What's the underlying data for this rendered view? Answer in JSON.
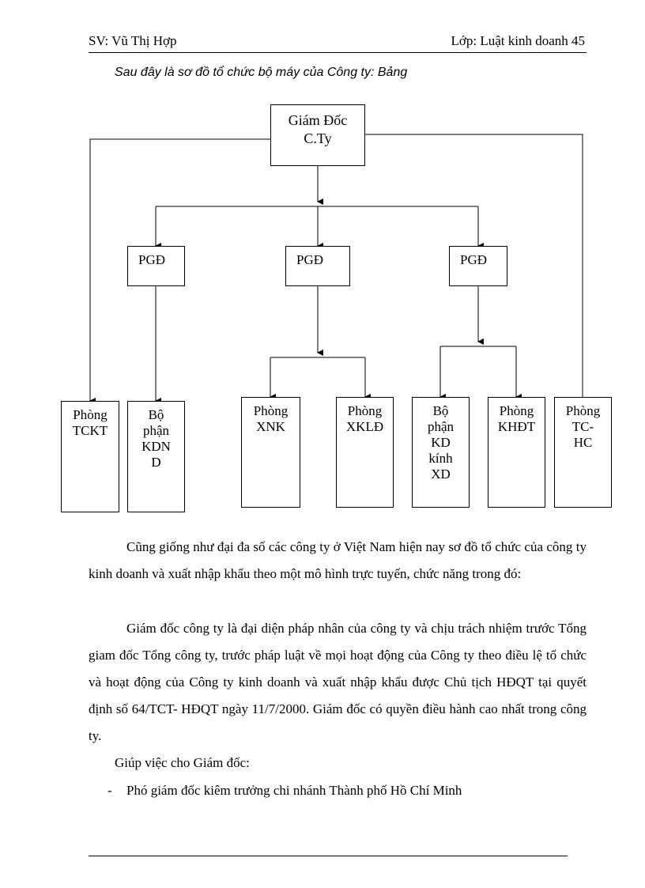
{
  "header": {
    "left": "SV: Vũ Thị Hợp",
    "right": "Lớp: Luật kinh  doanh 45"
  },
  "caption": "Sau đây là sơ đồ tổ chức bộ máy của Công ty: Bảng",
  "org_chart": {
    "root": "Giám Đốc\nC.Ty",
    "deputies": [
      "PGĐ",
      "PGĐ",
      "PGĐ"
    ],
    "units": [
      "Phòng\nTCKT",
      "Bộ\nphận\nKDN\nD",
      "Phòng\nXNK",
      "Phòng\nXKLĐ",
      "Bộ\nphận\nKD\nkính\nXD",
      "Phòng\nKHĐT",
      "Phòng\nTC-\nHC"
    ]
  },
  "body": {
    "p1": "Cũng giống như đại đa số các công ty ở Việt Nam hiện nay sơ đồ tổ chức của công ty kinh doanh và xuất nhập khẩu theo một mô hình trực tuyến, chức năng trong đó:",
    "p2": "Giám đốc công ty là đại diện pháp nhân của công ty và chịu trách nhiệm trước Tổng giam đốc Tổng công ty, trước pháp luật về mọi hoạt động của Công ty theo điều lệ tổ chức và hoạt động của Công ty kinh doanh và xuất nhập khẩu được Chủ tịch HĐQT tại quyết định số 64/TCT- HĐQT ngày 11/7/2000. Giám đốc có quyền điều hành cao nhất trong công ty.",
    "p3": "Giúp việc cho Giám đốc:",
    "bullet_marker": "-",
    "bullet1": "Phó giám đốc kiêm trưởng chi nhánh Thành phố Hồ Chí Minh"
  }
}
